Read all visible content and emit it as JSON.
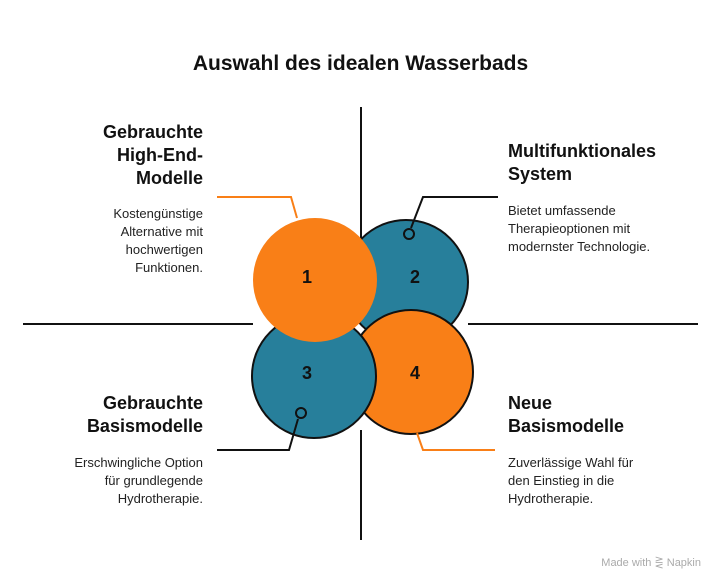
{
  "title": "Auswahl des idealen Wasserbads",
  "items": [
    {
      "number": "1",
      "heading_lines": [
        "Gebrauchte",
        "High-End-",
        "Modelle"
      ],
      "description_lines": [
        "Kostengünstige",
        "Alternative mit",
        "hochwertigen",
        "Funktionen."
      ],
      "color": "#F97F17"
    },
    {
      "number": "2",
      "heading_lines": [
        "Multifunktionales",
        "System"
      ],
      "description_lines": [
        "Bietet umfassende",
        "Therapieoptionen mit",
        "modernster Technologie."
      ],
      "color": "#277F9B"
    },
    {
      "number": "3",
      "heading_lines": [
        "Gebrauchte",
        "Basismodelle"
      ],
      "description_lines": [
        "Erschwingliche Option",
        "für grundlegende",
        "Hydrotherapie."
      ],
      "color": "#277F9B"
    },
    {
      "number": "4",
      "heading_lines": [
        "Neue",
        "Basismodelle"
      ],
      "description_lines": [
        "Zuverlässige Wahl für",
        "den Einstieg in die",
        "Hydrotherapie."
      ],
      "color": "#F97F17"
    }
  ],
  "watermark": "Made with ⋛ Napkin"
}
